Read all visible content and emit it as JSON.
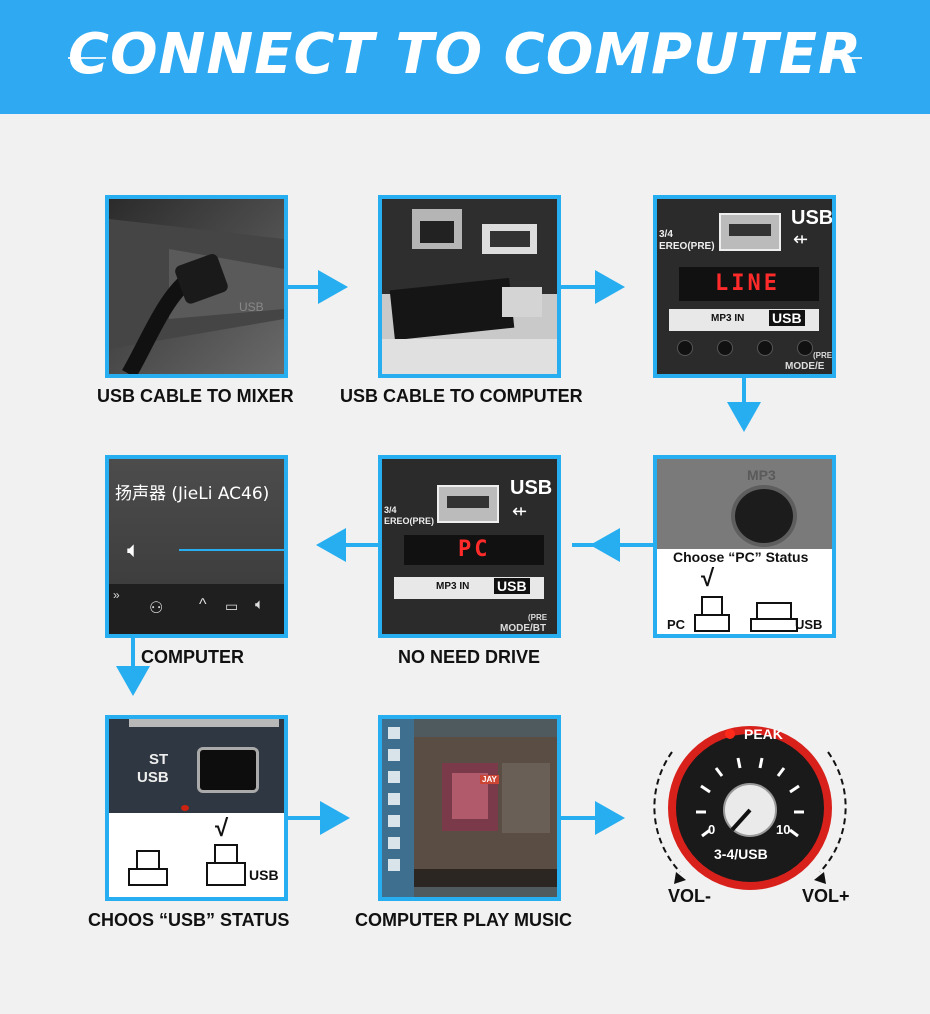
{
  "header": {
    "title": "CONNECT TO COMPUTER"
  },
  "steps": {
    "s1": {
      "caption": "USB CABLE TO MIXER",
      "photo_text": "USB"
    },
    "s2": {
      "caption": "USB CABLE TO COMPUTER"
    },
    "s3": {
      "usb_label": "USB",
      "input_label": "3/4",
      "stereo_label": "EREO(PRE)",
      "display": "LINE",
      "mp3_label": "MP3 IN",
      "usb_badge": "USB",
      "mode_label": "MODE/E",
      "pre_label": "(PRE"
    },
    "s4": {
      "label": "Choose “PC” Status",
      "check": "√",
      "pc_label": "PC",
      "usb_label": "USB",
      "mp3_label": "MP3"
    },
    "s5": {
      "caption": "NO NEED DRIVE",
      "usb_label": "USB",
      "input_label": "3/4",
      "stereo_label": "EREO(PRE)",
      "display": "PC",
      "mp3_label": "MP3 IN",
      "usb_badge": "USB",
      "pre_label": "(PRE",
      "mode_label": "MODE/BT"
    },
    "s6": {
      "caption": "COMPUTER",
      "device_name": "扬声器 (JieLi AC46)"
    },
    "s7": {
      "caption": "CHOOS “USB” STATUS",
      "st_label": "ST",
      "usb_label": "USB",
      "check": "√",
      "usb_tag": "USB"
    },
    "s8": {
      "caption": "COMPUTER PLAY MUSIC",
      "album_tag": "JAY"
    },
    "s9": {
      "peak_label": "PEAK",
      "knob_label": "3-4/USB",
      "min": "0",
      "max": "10",
      "vol_down": "VOL-",
      "vol_up": "VOL+"
    }
  },
  "colors": {
    "accent": "#27aef0",
    "banner": "#2ea9f2",
    "background": "#f1f1f1",
    "lcd_red": "#ff2a2a"
  }
}
